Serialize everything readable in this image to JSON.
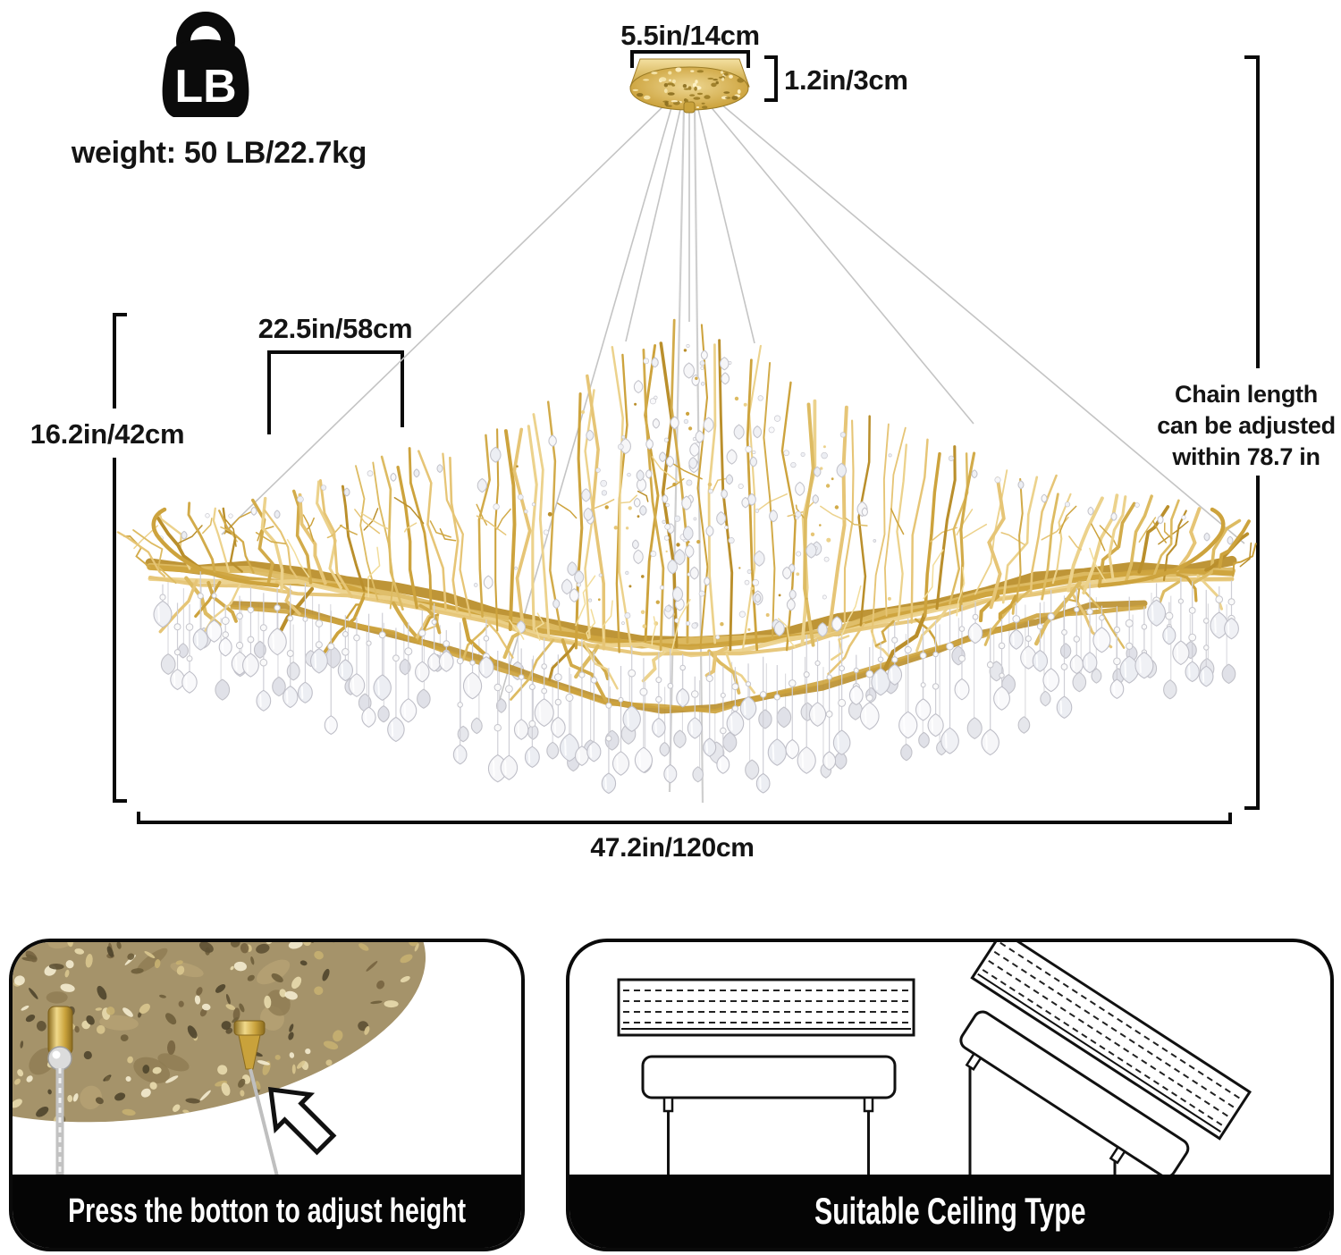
{
  "weight_badge": {
    "icon": "weight-lb-icon",
    "icon_label": "LB",
    "text": "weight: 50 LB/22.7kg"
  },
  "dimensions": {
    "canopy_width": "5.5in/14cm",
    "canopy_height": "1.2in/3cm",
    "top_span": "22.5in/58cm",
    "body_height": "16.2in/42cm",
    "total_width": "47.2in/120cm",
    "chain_note": [
      "Chain length",
      "can be adjusted",
      "within 78.7 in"
    ]
  },
  "panels": {
    "adjust_height": {
      "caption": "Press the botton to adjust height",
      "icon": "arrow-up-left-icon"
    },
    "ceiling_type": {
      "caption": "Suitable Ceiling Type"
    }
  },
  "colors": {
    "line": "#0a0a0a",
    "gold": "#cda33d",
    "gold_light": "#ecd28c",
    "gold_dark": "#ba8f2c",
    "crystal": "#f3f3f6",
    "banner_bg": "#050505",
    "banner_text": "#ffffff"
  }
}
